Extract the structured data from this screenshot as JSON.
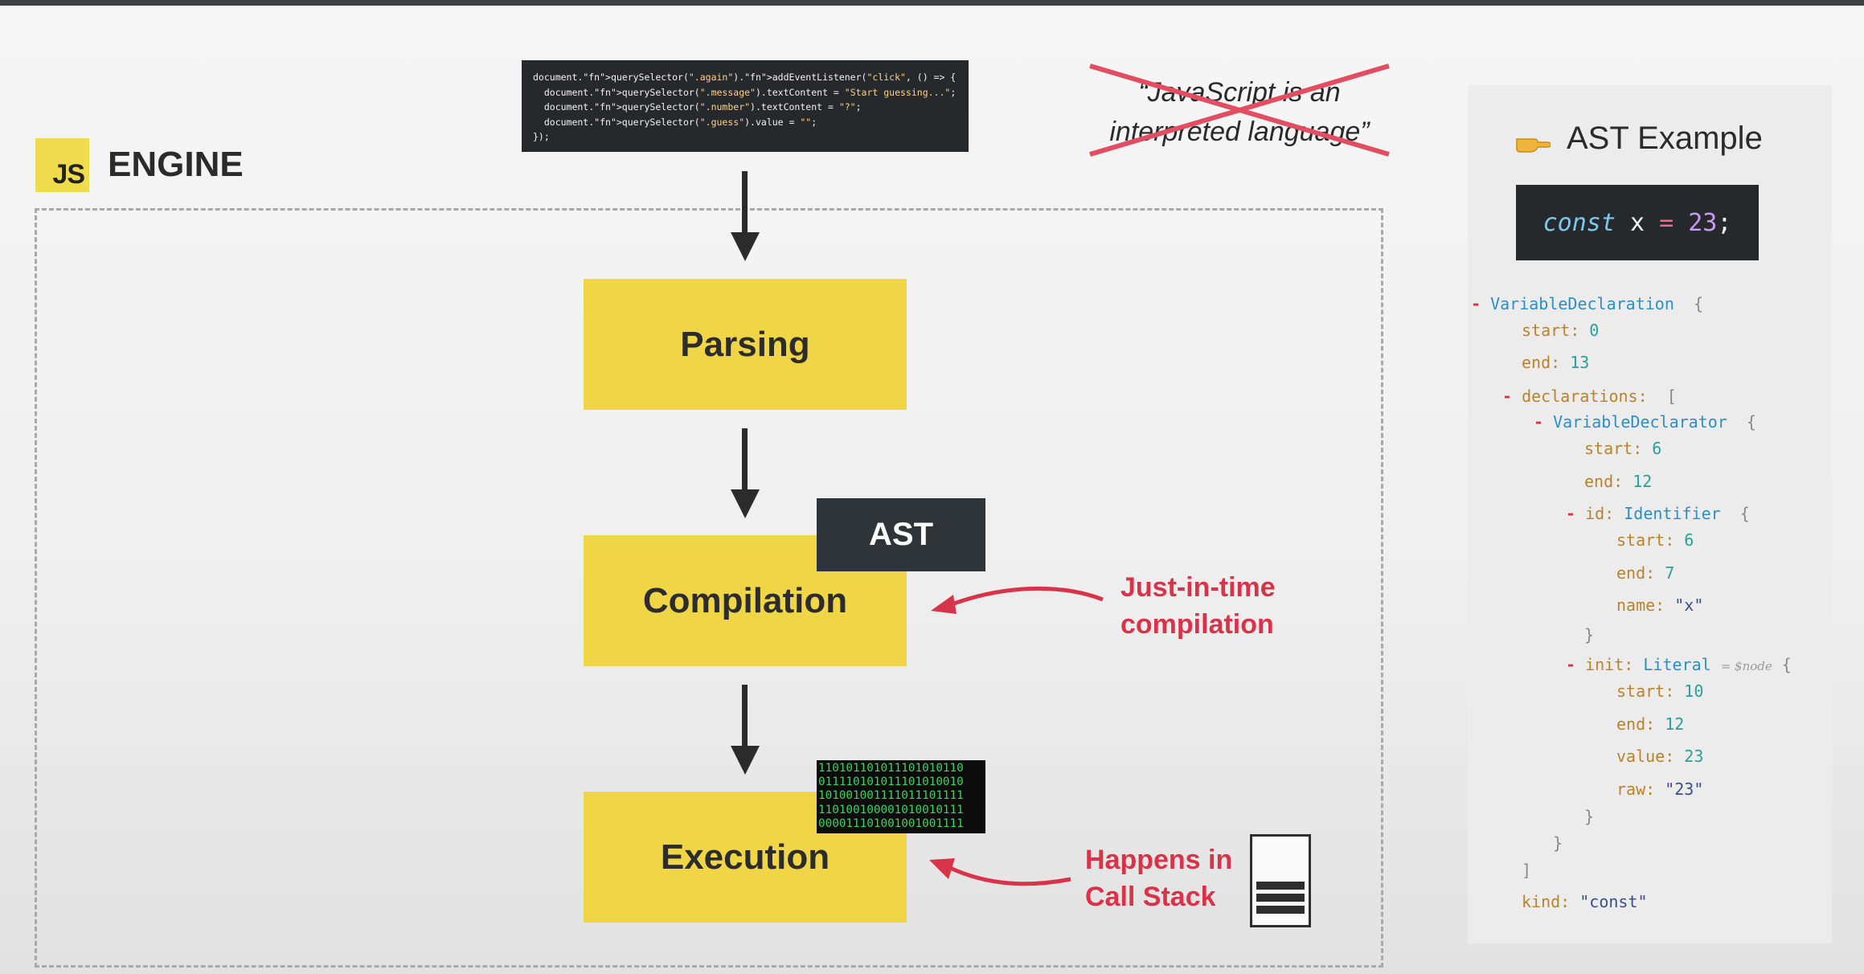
{
  "engine": {
    "logo_text": "JS",
    "title": "ENGINE"
  },
  "code_snippet": {
    "lines": [
      "document.querySelector(\".again\").addEventListener(\"click\", () => {",
      "  document.querySelector(\".message\").textContent = \"Start guessing...\";",
      "  document.querySelector(\".number\").textContent = \"?\";",
      "  document.querySelector(\".guess\").value = \"\";",
      "});"
    ]
  },
  "crossed_quote": {
    "line1": "“JavaScript is an",
    "line2": "interpreted language”"
  },
  "stages": {
    "parsing": "Parsing",
    "compilation": "Compilation",
    "execution": "Execution"
  },
  "ast_tag": "AST",
  "binary_lines": [
    "110101101011101010110",
    "011110101011101010010",
    "101001001111011101111",
    "110100100001010010111",
    "000011101001001001111"
  ],
  "callouts": {
    "jit_line1": "Just-in-time",
    "jit_line2": "compilation",
    "stack_line1": "Happens in",
    "stack_line2": "Call Stack"
  },
  "ast_panel": {
    "title": "AST Example",
    "code": {
      "keyword": "const",
      "identifier": "x",
      "operator": "=",
      "value": "23",
      "semicolon": ";"
    },
    "tree": {
      "root_type": "VariableDeclaration",
      "root_start": "0",
      "root_end": "13",
      "declarations_key": "declarations:",
      "declarator_type": "VariableDeclarator",
      "declarator_start": "6",
      "declarator_end": "12",
      "id_key": "id:",
      "id_type": "Identifier",
      "id_start": "6",
      "id_end": "7",
      "id_name": "\"x\"",
      "init_key": "init:",
      "init_type": "Literal",
      "init_note": "= $node",
      "init_start": "10",
      "init_end": "12",
      "init_value": "23",
      "init_raw": "\"23\"",
      "kind_value": "\"const\""
    }
  },
  "colors": {
    "stage_yellow": "#f0d647",
    "accent_red": "#d9334a",
    "dark_box": "#26292c"
  }
}
